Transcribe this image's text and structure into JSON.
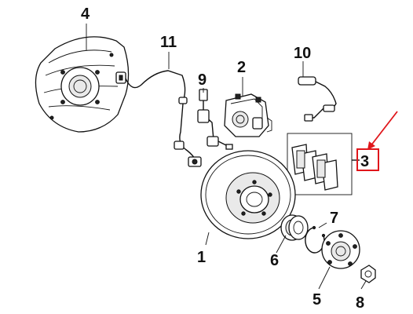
{
  "callouts": {
    "c1": "1",
    "c2": "2",
    "c3": "3",
    "c4": "4",
    "c5": "5",
    "c6": "6",
    "c7": "7",
    "c8": "8",
    "c9": "9",
    "c10": "10",
    "c11": "11"
  },
  "colors": {
    "line": "#111111",
    "highlight": "#e0161b",
    "background": "#ffffff"
  },
  "highlighted_callout": "3"
}
